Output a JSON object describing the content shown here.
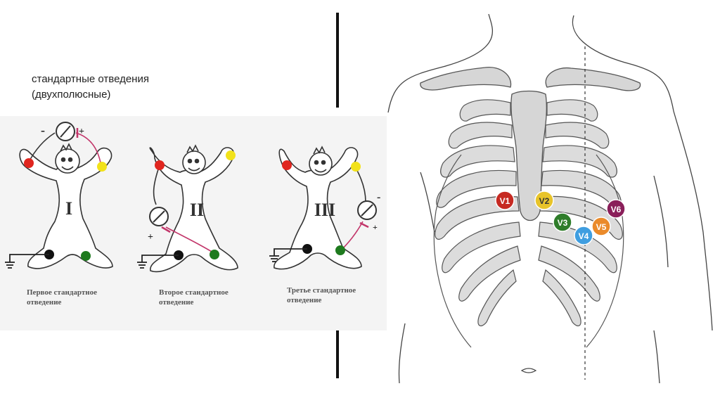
{
  "heading": {
    "line1": "стандартные отведения",
    "line2": "(двухполюсные)"
  },
  "standard_leads": [
    {
      "numeral": "I",
      "caption_line1": "Первое стандартное",
      "caption_line2": "отведение",
      "minus": "-",
      "plus": "+"
    },
    {
      "numeral": "II",
      "caption_line1": "Второе стандартное",
      "caption_line2": "отведение",
      "minus": "",
      "plus": "+"
    },
    {
      "numeral": "III",
      "caption_line1": "Третье стандартное",
      "caption_line2": "отведение",
      "minus": "-",
      "plus": "+"
    }
  ],
  "electrode_colors": {
    "right_arm": "#e0261f",
    "left_arm": "#f2e21a",
    "right_leg": "#111111",
    "left_leg": "#1e7a1e"
  },
  "chest_leads": [
    {
      "label": "V1",
      "color": "#c62a22"
    },
    {
      "label": "V2",
      "color": "#e8c42a"
    },
    {
      "label": "V3",
      "color": "#2f7d2a"
    },
    {
      "label": "V4",
      "color": "#3f9ee0"
    },
    {
      "label": "V5",
      "color": "#ea8a2a"
    },
    {
      "label": "V6",
      "color": "#8a1f5a"
    }
  ]
}
